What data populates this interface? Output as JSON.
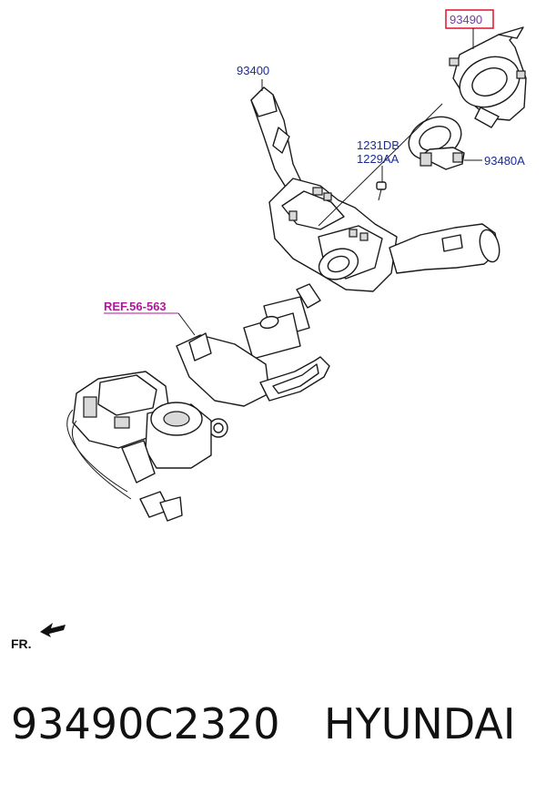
{
  "diagram": {
    "labels": {
      "part_93490": "93490",
      "part_93400": "93400",
      "bolt_1": "1231DB",
      "bolt_2": "1229AA",
      "part_93480a": "93480A",
      "reference": "REF.56-563",
      "front_marker": "FR."
    },
    "highlight_color": "#e0102a"
  },
  "footer": {
    "part_number": "93490C2320",
    "brand": "HYUNDAI"
  }
}
